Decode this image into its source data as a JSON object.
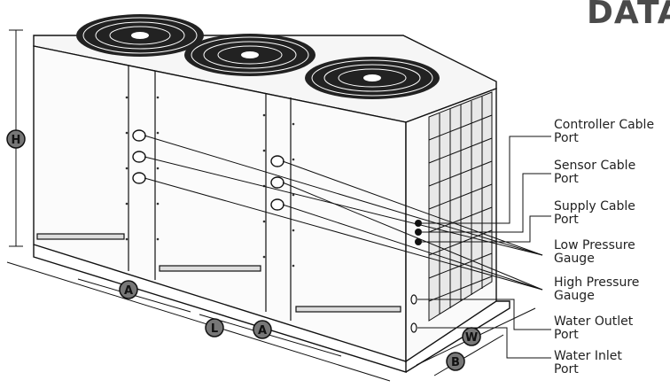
{
  "heading": "DATA",
  "dimension_labels": {
    "height": "H",
    "width_w": "W",
    "length": "L",
    "a_left": "A",
    "a_right": "A",
    "b": "B"
  },
  "callouts": [
    {
      "line1": "Controller Cable",
      "line2": "Port"
    },
    {
      "line1": "Sensor Cable",
      "line2": "Port"
    },
    {
      "line1": "Supply Cable",
      "line2": "Port"
    },
    {
      "line1": "Low Pressure",
      "line2": "Gauge"
    },
    {
      "line1": "High Pressure",
      "line2": "Gauge"
    },
    {
      "line1": "Water Outlet",
      "line2": "Port"
    },
    {
      "line1": "Water Inlet",
      "line2": "Port"
    }
  ]
}
